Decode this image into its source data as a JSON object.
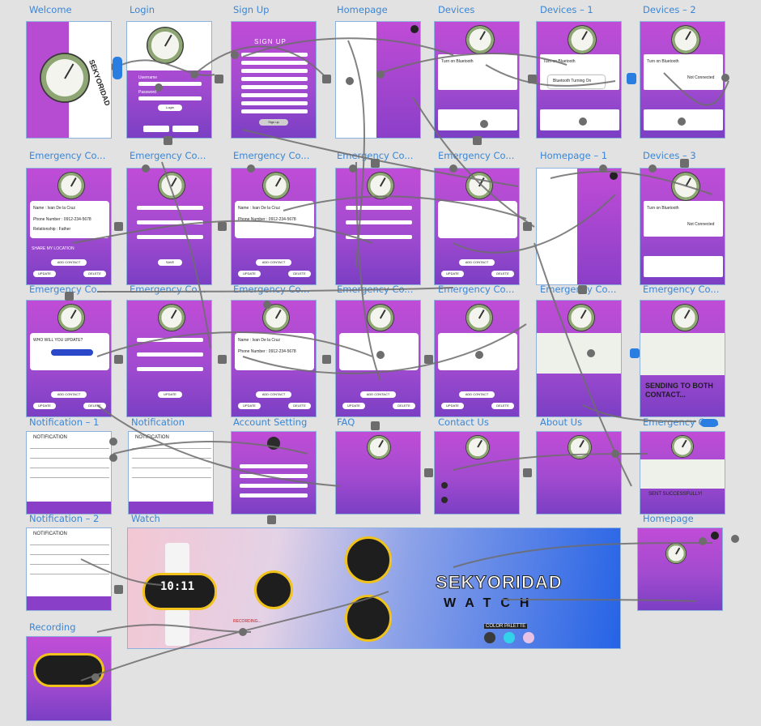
{
  "screens": [
    {
      "id": "welcome",
      "label": "Welcome"
    },
    {
      "id": "login",
      "label": "Login"
    },
    {
      "id": "signup",
      "label": "Sign Up"
    },
    {
      "id": "homepage",
      "label": "Homepage"
    },
    {
      "id": "devices",
      "label": "Devices"
    },
    {
      "id": "devices1",
      "label": "Devices – 1"
    },
    {
      "id": "devices2",
      "label": "Devices – 2"
    },
    {
      "id": "ec1",
      "label": "Emergency Co..."
    },
    {
      "id": "ec2",
      "label": "Emergency Co..."
    },
    {
      "id": "ec3",
      "label": "Emergency Co..."
    },
    {
      "id": "ec4",
      "label": "Emergency Co..."
    },
    {
      "id": "ec5",
      "label": "Emergency Co..."
    },
    {
      "id": "homepage1",
      "label": "Homepage – 1"
    },
    {
      "id": "devices3",
      "label": "Devices – 3"
    },
    {
      "id": "ec6",
      "label": "Emergency Co..."
    },
    {
      "id": "ec7",
      "label": "Emergency Co..."
    },
    {
      "id": "ec8",
      "label": "Emergency Co..."
    },
    {
      "id": "ec9",
      "label": "Emergency Co..."
    },
    {
      "id": "ec10",
      "label": "Emergency Co..."
    },
    {
      "id": "ec11",
      "label": "Emergency Co..."
    },
    {
      "id": "ec12",
      "label": "Emergency Co..."
    },
    {
      "id": "notification1",
      "label": "Notification – 1"
    },
    {
      "id": "notification",
      "label": "Notification"
    },
    {
      "id": "account",
      "label": "Account Setting"
    },
    {
      "id": "faq",
      "label": "FAQ"
    },
    {
      "id": "contactus",
      "label": "Contact Us"
    },
    {
      "id": "about",
      "label": "About Us"
    },
    {
      "id": "ec13",
      "label": "Emergency Co..."
    },
    {
      "id": "notification2",
      "label": "Notification – 2"
    },
    {
      "id": "watch",
      "label": "Watch"
    },
    {
      "id": "homepage2",
      "label": "Homepage"
    },
    {
      "id": "recording",
      "label": "Recording"
    }
  ],
  "signup": {
    "title": "SIGN UP",
    "button": "Sign up"
  },
  "login": {
    "username": "Username",
    "password": "Password",
    "button": "Login"
  },
  "welcome": {
    "brand": "SEKYORIDAD"
  },
  "devices": {
    "bluetooth": "Turn on Bluetooth",
    "not_connected": "Not Connected",
    "turning_on": "Bluetooth Turning On"
  },
  "contact": {
    "name": "Name : Ivan De la Cruz",
    "phone": "Phone Number : 0912-234-5678",
    "relationship": "Relationship : Father",
    "share": "SHARE MY LOCATION",
    "add": "ADD CONTACT",
    "update": "UPDATE",
    "delete": "DELETE",
    "save": "SAVE",
    "prompt": "WHO WILL YOU UPDATE?"
  },
  "map": {
    "sending": "SENDING TO BOTH CONTACT...",
    "sent": "SENT SUCCESSFULLY!"
  },
  "watch": {
    "brand_top": "SEKYORIDAD",
    "brand_bottom": "WATCH",
    "time": "10:11",
    "palette_label": "COLOR PALETTE",
    "recording": "RECORDING..."
  },
  "notification": {
    "title": "NOTIFICATION"
  },
  "colors": {
    "purple": "#b94fd4",
    "blue": "#2a7de1",
    "wire": "#6d6d6d",
    "swatch1": "#3a3a3a",
    "swatch2": "#32d3e8",
    "swatch3": "#e7c2e4"
  }
}
